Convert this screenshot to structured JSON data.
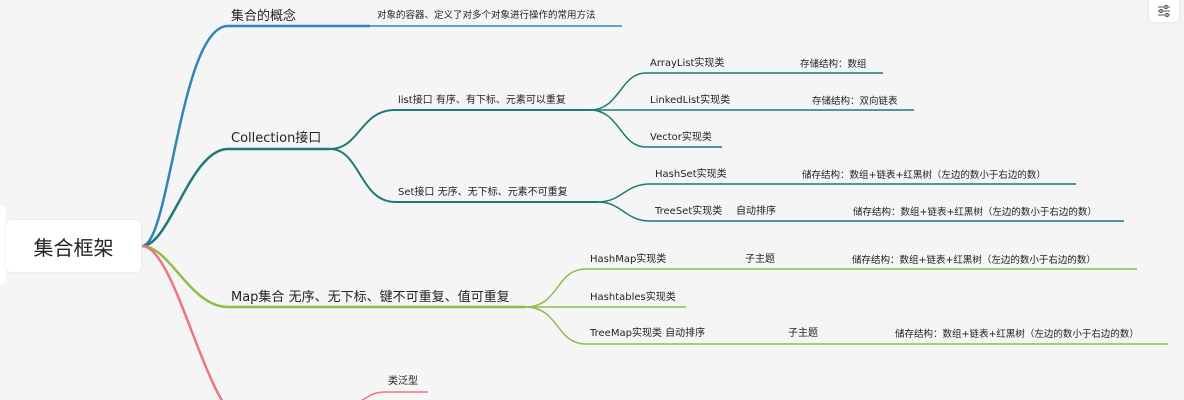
{
  "root": {
    "label": "集合框架"
  },
  "branches": {
    "concept": {
      "label": "集合的概念",
      "note": "对象的容器、定义了对多个对象进行操作的常用方法"
    },
    "collection": {
      "label": "Collection接口",
      "list": {
        "label": "list接口  有序、有下标、元素可以重复",
        "arraylist": {
          "label": "ArrayList实现类",
          "note": "存储结构：数组"
        },
        "linkedlist": {
          "label": "LinkedList实现类",
          "note": "存储结构：双向链表"
        },
        "vector": {
          "label": "Vector实现类"
        }
      },
      "set": {
        "label": "Set接口   无序、无下标、元素不可重复",
        "hashset": {
          "label": "HashSet实现类",
          "note": "储存结构：数组+链表+红黑树（左边的数小于右边的数）"
        },
        "treeset": {
          "label": "TreeSet实现类",
          "sort": "自动排序",
          "note": "储存结构：数组+链表+红黑树（左边的数小于右边的数）"
        }
      }
    },
    "map": {
      "label": "Map集合  无序、无下标、键不可重复、值可重复",
      "hashmap": {
        "label": "HashMap实现类",
        "subtopic": "子主题",
        "note": "储存结构：数组+链表+红黑树（左边的数小于右边的数）"
      },
      "hashtables": {
        "label": "Hashtables实现类"
      },
      "treemap": {
        "label": "TreeMap实现类  自动排序",
        "subtopic": "子主题",
        "note": "储存结构：数组+链表+红黑树（左边的数小于右边的数）"
      }
    },
    "generics": {
      "label": "类泛型"
    }
  },
  "colors": {
    "blue": "#2e86b8",
    "teal": "#1f7a76",
    "green": "#8cc04a",
    "red": "#f07480"
  },
  "icons": {
    "settings": "sliders-icon"
  }
}
